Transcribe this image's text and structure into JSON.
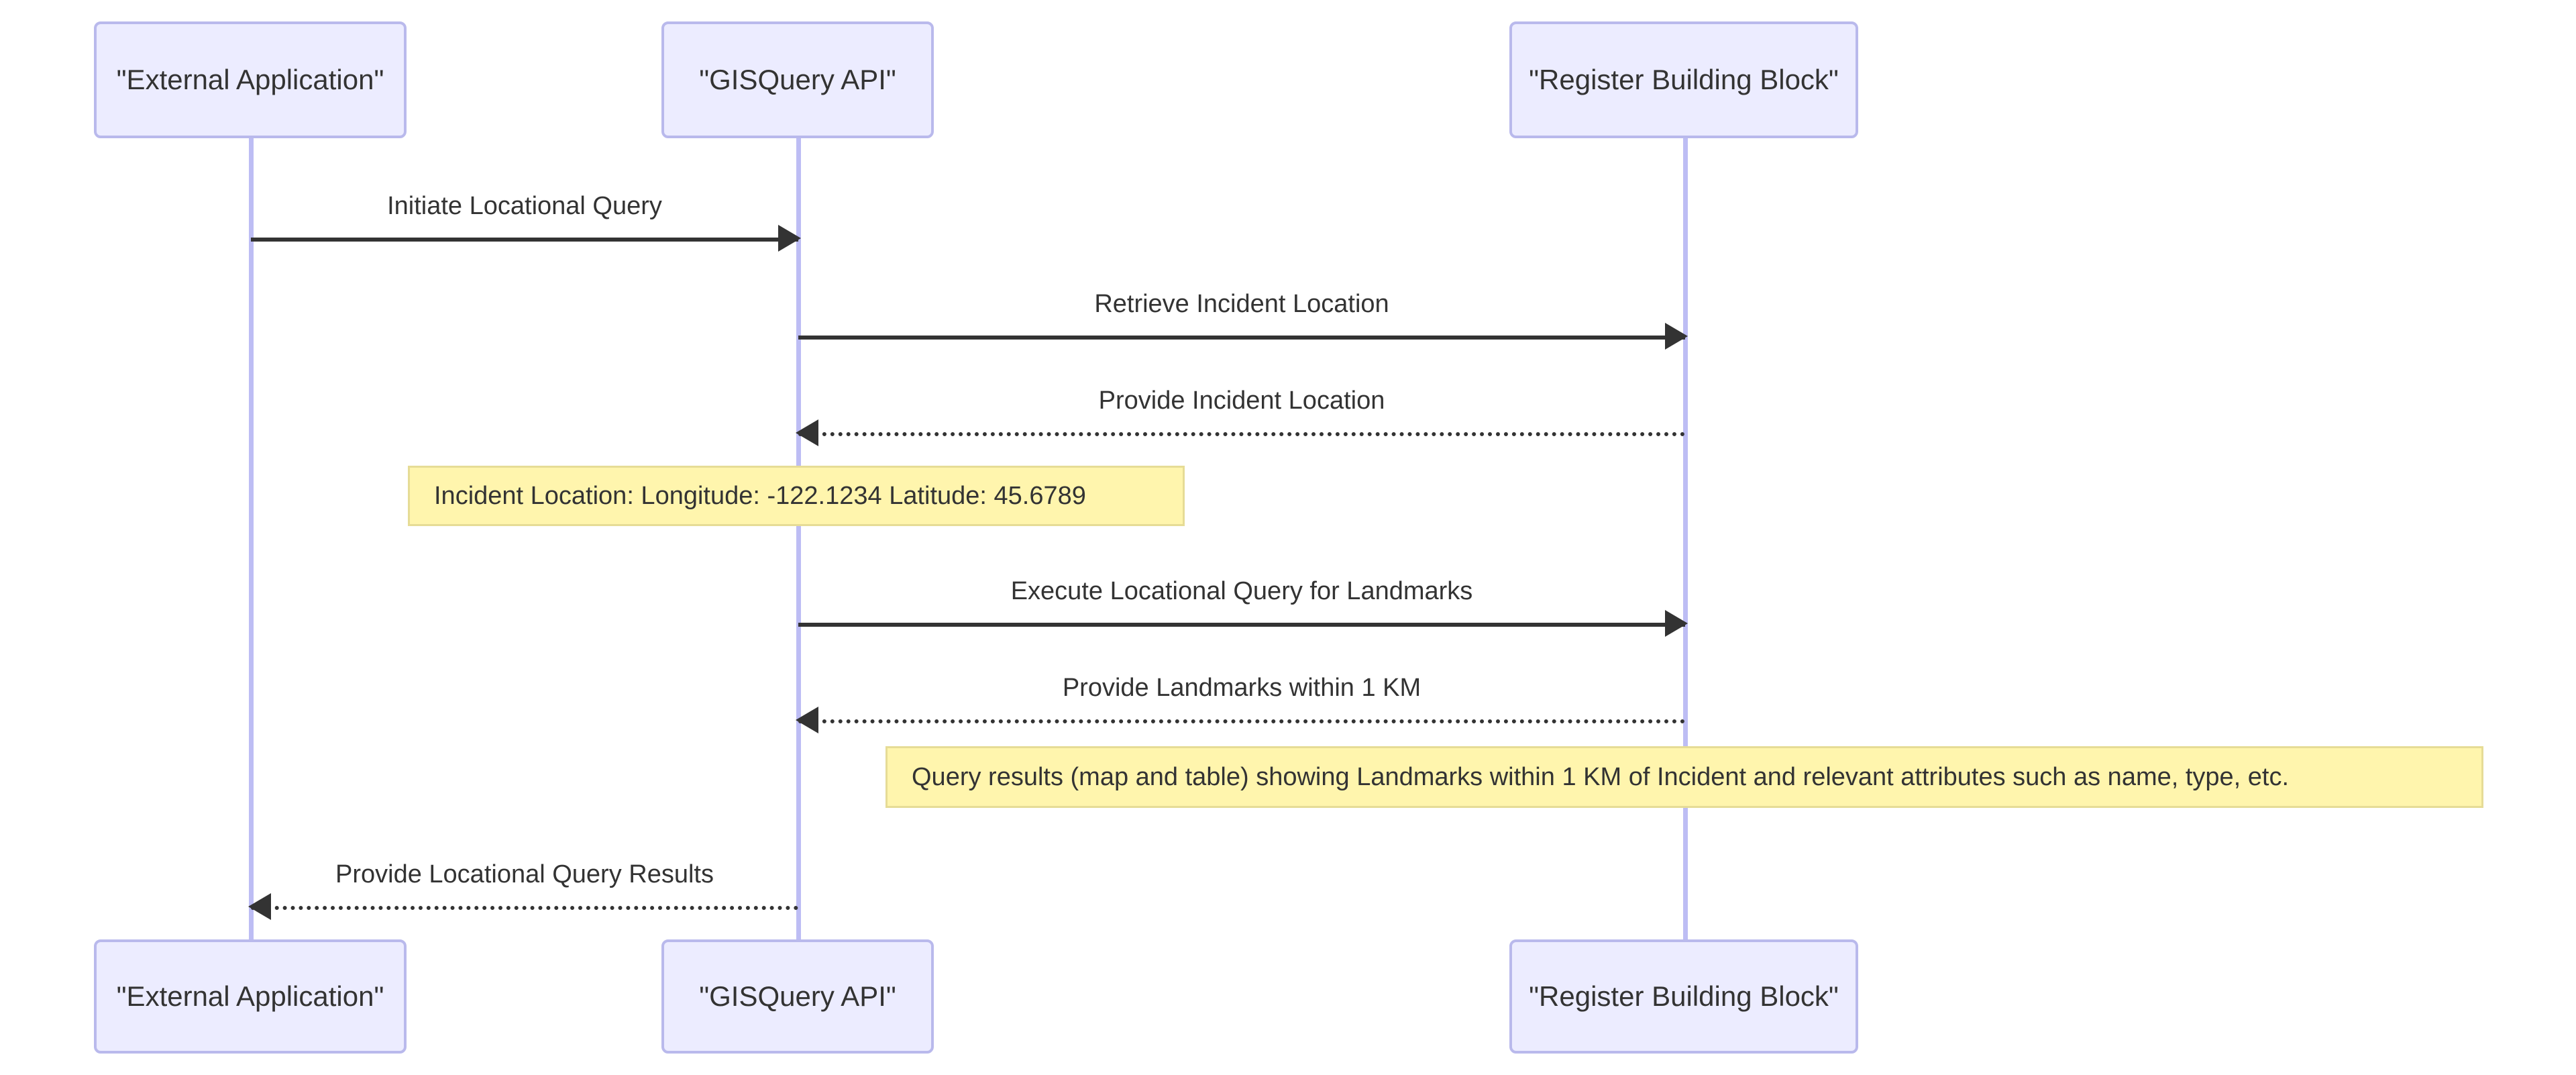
{
  "diagram": {
    "type": "sequence-diagram",
    "background_color": "#ffffff",
    "participant_box_fill": "#ececff",
    "participant_box_border": "#b9b9ec",
    "lifeline_color": "#bdbdf4",
    "message_color": "#333333",
    "note_fill": "#fff5ad",
    "note_border": "#e6dc96",
    "text_color": "#333333"
  },
  "participants": [
    {
      "id": "external-application",
      "label": "\"External Application\""
    },
    {
      "id": "gisquery-api",
      "label": "\"GISQuery API\""
    },
    {
      "id": "register-building-block",
      "label": "\"Register Building Block\""
    }
  ],
  "messages": [
    {
      "id": "m1",
      "label": "Initiate Locational Query",
      "from": "external-application",
      "to": "gisquery-api",
      "style": "solid",
      "direction": "right"
    },
    {
      "id": "m2",
      "label": "Retrieve Incident Location",
      "from": "gisquery-api",
      "to": "register-building-block",
      "style": "solid",
      "direction": "right"
    },
    {
      "id": "m3",
      "label": "Provide Incident Location",
      "from": "register-building-block",
      "to": "gisquery-api",
      "style": "dotted",
      "direction": "left"
    },
    {
      "id": "m4",
      "label": "Execute Locational Query for Landmarks",
      "from": "gisquery-api",
      "to": "register-building-block",
      "style": "solid",
      "direction": "right"
    },
    {
      "id": "m5",
      "label": "Provide Landmarks within 1 KM",
      "from": "register-building-block",
      "to": "gisquery-api",
      "style": "dotted",
      "direction": "left"
    },
    {
      "id": "m6",
      "label": "Provide Locational Query Results",
      "from": "gisquery-api",
      "to": "external-application",
      "style": "dotted",
      "direction": "left"
    }
  ],
  "notes": [
    {
      "id": "n1",
      "text": "Incident Location: Longitude: -122.1234 Latitude: 45.6789"
    },
    {
      "id": "n2",
      "text": "Query results (map and table) showing Landmarks within 1 KM of Incident and relevant attributes such as name, type, etc."
    }
  ]
}
